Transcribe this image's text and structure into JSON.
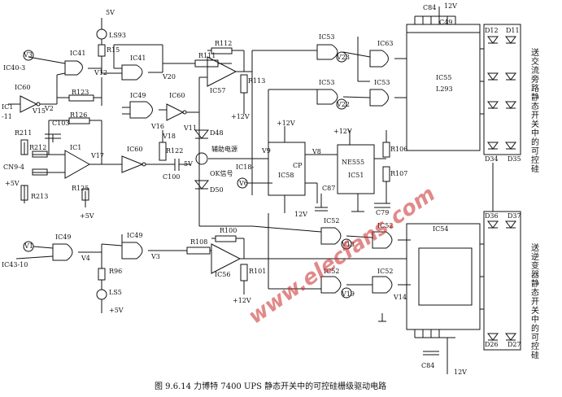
{
  "title": "图 9.6.14  力博特 7400 UPS 静态开关中的可控硅栅级驱动电路",
  "watermark": "www.elecfans.com",
  "side_notes": {
    "top_right": "送交流旁路静态开关中的可控硅",
    "bottom_right": "送逆变器静态开关中的可控硅"
  },
  "labels": {
    "v5_top": "5V",
    "ls_top": "LS93",
    "r15": "R15",
    "v3": "V3",
    "ic40_3": "IC40-3",
    "ic41_a": "IC41",
    "v12": "V12",
    "ic60_a": "IC60",
    "ic1_11": "IC1",
    "n11": "-11",
    "r123": "R123",
    "v2": "V2",
    "ic41_b": "IC41",
    "v20": "V20",
    "r111": "R111",
    "r112": "R112",
    "r113": "R113",
    "ic57": "IC57",
    "v12_a": "+12V",
    "ic49_a": "IC49",
    "ic60_b": "IC60",
    "v16": "V16",
    "v11": "V11",
    "c103": "C103",
    "r126": "R126",
    "r211": "R211",
    "r212": "R212",
    "ic1": "IC1",
    "v17": "V17",
    "cn9_4": "CN9-4",
    "v5_b": "+5V",
    "r213": "R213",
    "r125": "R125",
    "v5_c": "+5V",
    "ic60_c": "IC60",
    "r122": "R122",
    "v18": "V18",
    "c100": "C100",
    "v5_d": "5V",
    "d48": "D48",
    "aux": "辅助电源",
    "ok": "OK信号",
    "ic18": "IC18-",
    "d50": "D50",
    "ic53_a": "IC53",
    "v23": "V23",
    "ic63": "IC63",
    "ic53_b": "IC53",
    "v22": "V22",
    "ic53_c": "IC53",
    "c84_top": "C84",
    "v12_top": "12V",
    "c49": "C49",
    "ic55": "IC55",
    "l293": "L293",
    "d11": "D11",
    "d12": "D12",
    "v12_b": "+12V",
    "v9": "V9",
    "v8": "V8",
    "cp": "CP",
    "ic58": "IC58",
    "ne555": "NE555",
    "ic51": "IC51",
    "c87": "C87",
    "c79": "C79",
    "r106": "R106",
    "r107": "R107",
    "v12_c": "+12V",
    "v12_d": "12V",
    "v6": "V6",
    "v1": "V1",
    "ic49_b": "IC49",
    "ic49_c": "IC49",
    "ic43_10": "IC43-10",
    "v4": "V4",
    "v3_b": "V3",
    "r108": "R108",
    "r100": "R100",
    "r101": "R101",
    "ic56": "IC56",
    "v12_e": "+12V",
    "r96": "R96",
    "v5_e": "+5V",
    "ls_b": "LS5",
    "ic52_a": "IC52",
    "v13": "V13",
    "ic52_b": "IC52",
    "ic52_c": "IC52",
    "ic52_d": "IC52",
    "v14": "V14",
    "ic54": "IC54",
    "c84_bot": "C84",
    "v12_bot": "12V",
    "d36": "D36",
    "d37": "D37",
    "d26": "D26",
    "d27": "D27",
    "d34": "D34",
    "d35": "D35",
    "v15": "V15",
    "v19": "V19"
  }
}
